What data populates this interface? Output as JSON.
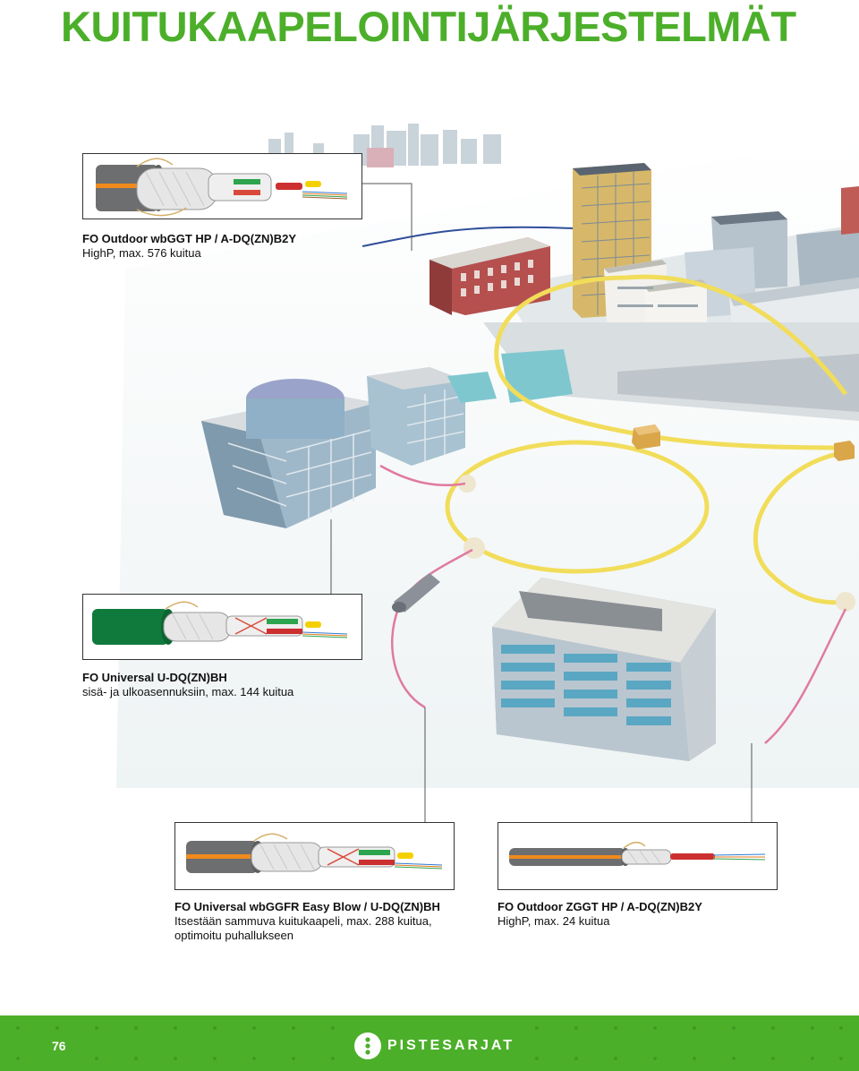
{
  "page": {
    "title": "KUITUKAAPELOINTIJÄRJESTELMÄT",
    "number": "76"
  },
  "products": [
    {
      "name": "FO Outdoor wbGGT HP / A-DQ(ZN)B2Y",
      "desc": [
        "HighP, max. 576 kuitua"
      ],
      "jacket_color": "#6d6e70"
    },
    {
      "name": "FO Universal U-DQ(ZN)BH",
      "desc": [
        "sisä- ja ulkoasennuksiin, max. 144 kuitua"
      ],
      "jacket_color": "#0f7a3c"
    },
    {
      "name": "FO Universal wbGGFR Easy Blow / U-DQ(ZN)BH",
      "desc": [
        "Itsestään sammuva kuitukaapeli, max. 288 kuitua,",
        "optimoitu puhallukseen"
      ],
      "jacket_color": "#6d6e70"
    },
    {
      "name": "FO Outdoor ZGGT HP / A-DQ(ZN)B2Y",
      "desc": [
        "HighP, max. 24 kuitua"
      ],
      "jacket_color": "#6d6e70"
    }
  ],
  "footer": {
    "brand": "PISTESARJAT",
    "color": "#4caf2a"
  },
  "colors": {
    "accent": "#4caf2a",
    "ring_yellow": "#f1dd5a",
    "link_pink": "#e07aa0",
    "link_blue": "#2f4f9a"
  }
}
